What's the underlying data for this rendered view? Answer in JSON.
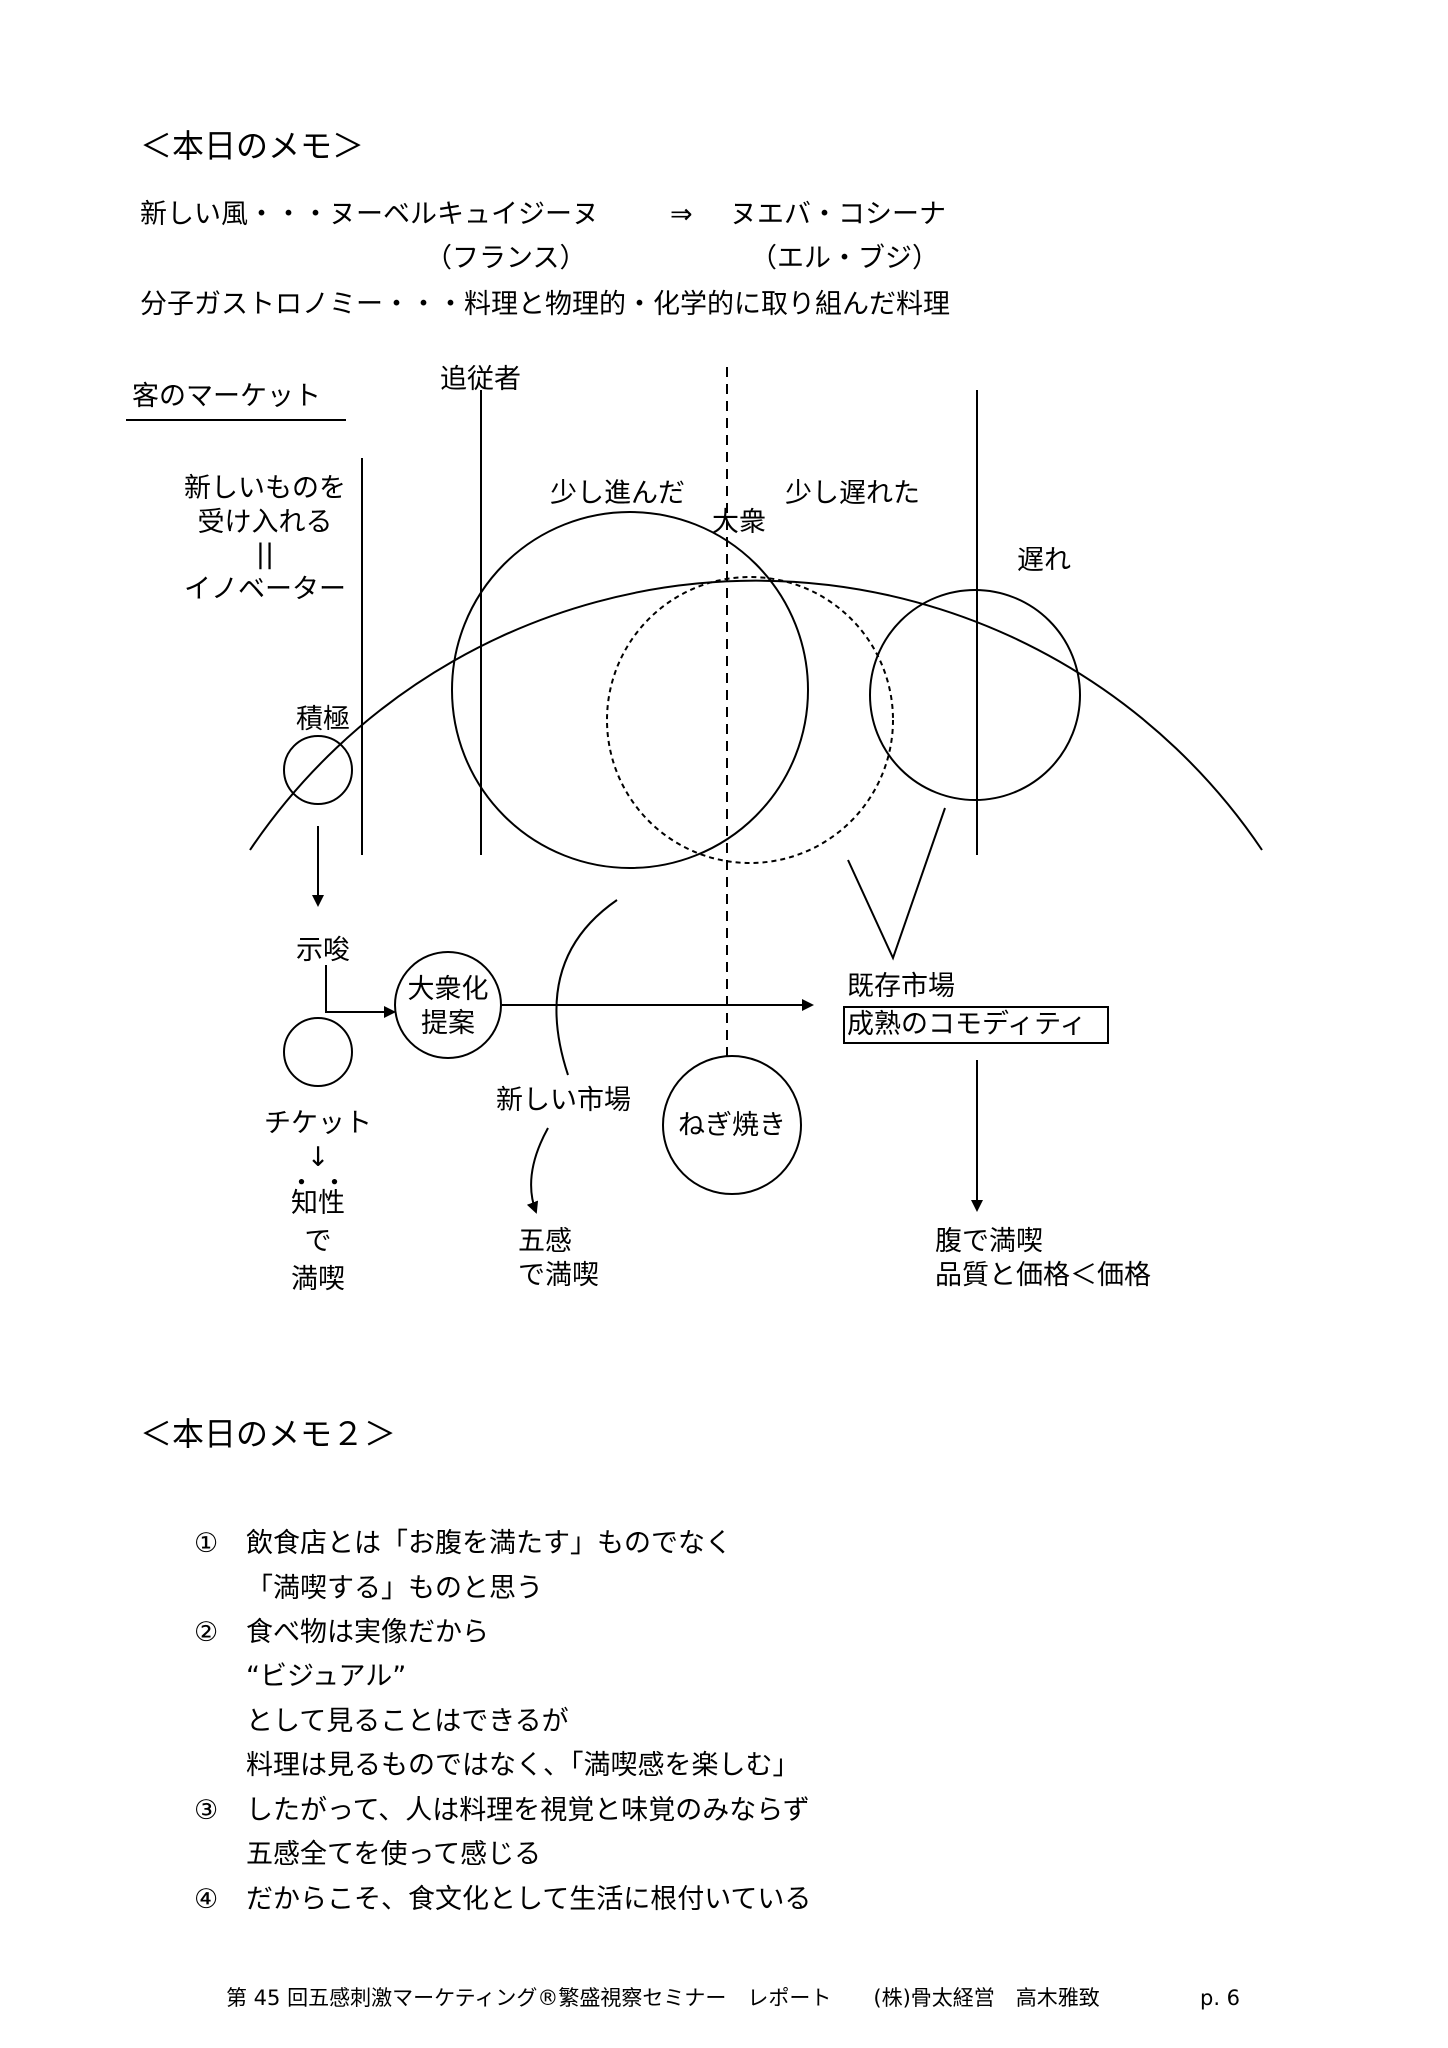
{
  "memo1": {
    "heading": "＜本日のメモ＞",
    "line1_left": "新しい風・・・ヌーベルキュイジーヌ",
    "line1_arrow": "⇒",
    "line1_right": "ヌエバ・コシーナ",
    "line2_left": "（フランス）",
    "line2_right": "（エル・ブジ）",
    "line3": "分子ガストロノミー・・・料理と物理的・化学的に取り組んだ料理"
  },
  "diagram": {
    "market_title": "客のマーケット",
    "follower": "追従者",
    "innovator_line1": "新しいものを",
    "innovator_line2": "受け入れる",
    "innovator_eq": "||",
    "innovator_line3": "イノベーター",
    "early_majority": "少し進んだ",
    "majority": "大衆",
    "late_majority": "少し遅れた",
    "laggards": "遅れ",
    "active": "積極",
    "suggestion": "示唆",
    "mass_proposal_line1": "大衆化",
    "mass_proposal_line2": "提案",
    "ticket": "チケット",
    "ticket_arrow": "↓",
    "dots": "・ ・",
    "intellect": "知性",
    "de": "で",
    "satisfy": "満喫",
    "new_market": "新しい市場",
    "negiyaki": "ねぎ焼き",
    "five_senses_line1": "五感",
    "five_senses_line2": "で満喫",
    "existing_market": "既存市場",
    "mature_commodity": "成熟のコモディティ",
    "belly_line1": "腹で満喫",
    "belly_line2": "品質と価格＜価格"
  },
  "memo2": {
    "heading": "＜本日のメモ２＞",
    "items": [
      {
        "num": "①",
        "lines": [
          "飲食店とは「お腹を満たす」ものでなく",
          "「満喫する」ものと思う"
        ]
      },
      {
        "num": "②",
        "lines": [
          "食べ物は実像だから",
          "“ビジュアル”",
          "として見ることはできるが",
          "料理は見るものではなく、「満喫感を楽しむ」"
        ]
      },
      {
        "num": "③",
        "lines": [
          "したがって、人は料理を視覚と味覚のみならず",
          "五感全てを使って感じる"
        ]
      },
      {
        "num": "④",
        "lines": [
          "だからこそ、食文化として生活に根付いている"
        ]
      }
    ]
  },
  "footer": {
    "text": "第 45 回五感刺激マーケティング®繁盛視察セミナー　レポート　　(株)骨太経営　高木雅致",
    "page": "p. 6"
  }
}
